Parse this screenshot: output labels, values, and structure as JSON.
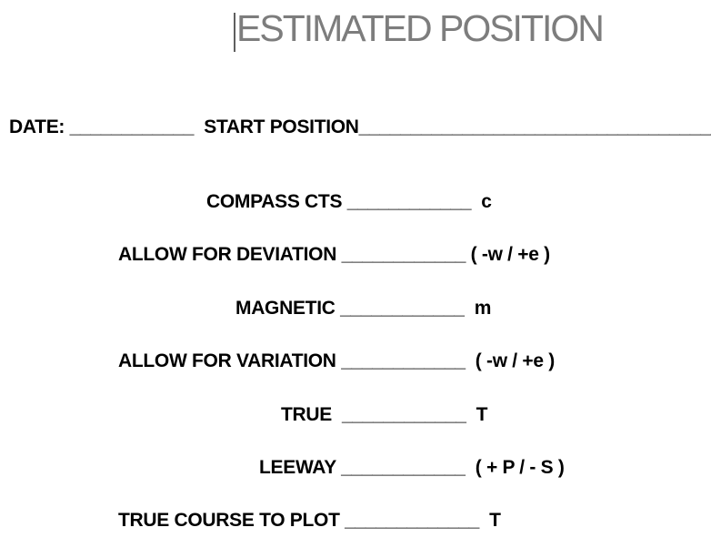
{
  "document": {
    "title": "ESTIMATED POSITION",
    "colors": {
      "title_text": "#7d7d7d",
      "body_text": "#000000",
      "background": "#ffffff",
      "caret": "#5f5f5f"
    },
    "rows": {
      "date": "DATE: ____________  START POSITION____________________________________",
      "compass": "COMPASS CTS ____________  c",
      "deviation": "ALLOW FOR DEVIATION ____________ ( -w / +e )",
      "magnetic": "MAGNETIC ____________  m",
      "variation": "ALLOW FOR VARIATION ____________  ( -w / +e )",
      "true_heading": "TRUE  ____________  T",
      "leeway": "LEEWAY ____________  ( + P / - S )",
      "plot": "TRUE COURSE TO PLOT _____________  T"
    }
  }
}
